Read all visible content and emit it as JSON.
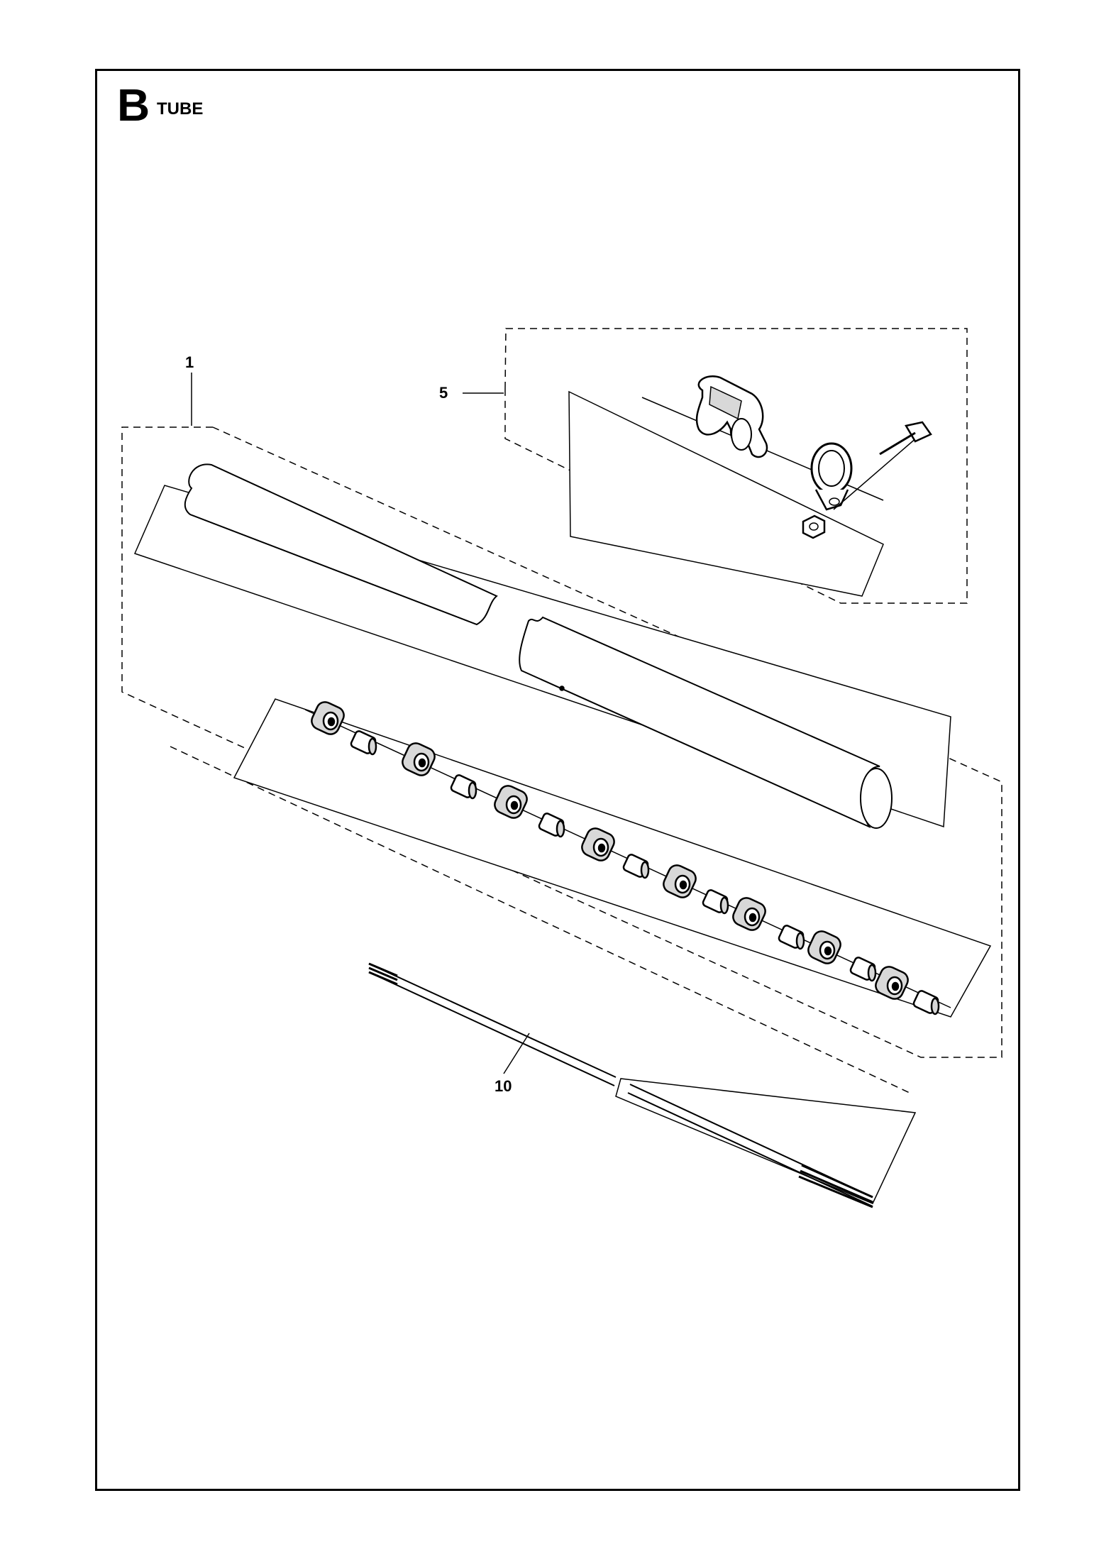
{
  "header": {
    "section_letter": "B",
    "section_title": "TUBE"
  },
  "callouts": [
    {
      "id": "part-1",
      "label": "1"
    },
    {
      "id": "part-5",
      "label": "5"
    },
    {
      "id": "part-10",
      "label": "10"
    }
  ],
  "colors": {
    "line": "#000000",
    "background": "#ffffff",
    "part_fill": "#ffffff",
    "part_shade": "#d8d8d8"
  }
}
